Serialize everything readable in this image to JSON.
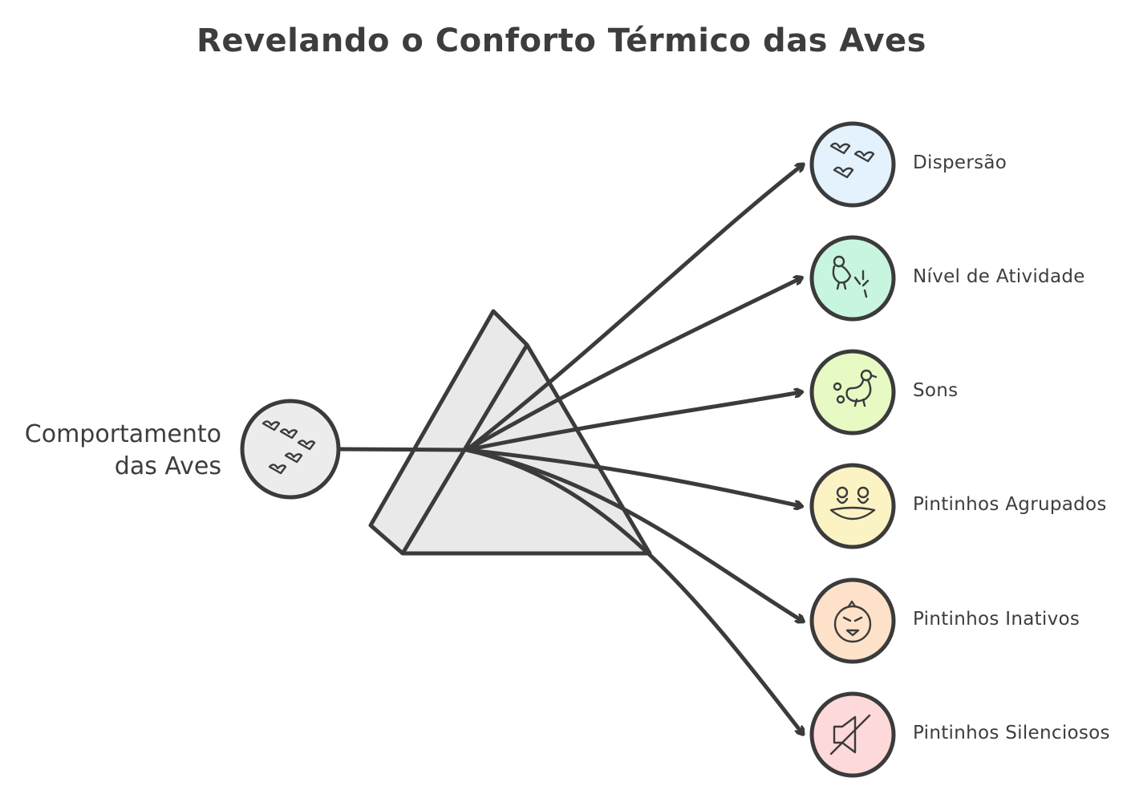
{
  "title": "Revelando o Conforto Térmico das Aves",
  "source": {
    "label_line1": "Comportamento",
    "label_line2": "das Aves",
    "icon": "flying-birds-icon"
  },
  "outputs": [
    {
      "label": "Dispersão",
      "icon": "flock-birds-icon",
      "color": "#E3F2FD"
    },
    {
      "label": "Nível de Atividade",
      "icon": "bird-pecking-icon",
      "color": "#C8F5DF"
    },
    {
      "label": "Sons",
      "icon": "chicken-sound-icon",
      "color": "#E8FAC4"
    },
    {
      "label": "Pintinhos Agrupados",
      "icon": "chicks-nest-icon",
      "color": "#FCF3C4"
    },
    {
      "label": "Pintinhos Inativos",
      "icon": "angry-chick-icon",
      "color": "#FDE2C9"
    },
    {
      "label": "Pintinhos Silenciosos",
      "icon": "muted-speaker-icon",
      "color": "#FDD9DA"
    }
  ],
  "colors": {
    "stroke": "#3b3b3b",
    "prism_fill": "#e9e9e9"
  }
}
